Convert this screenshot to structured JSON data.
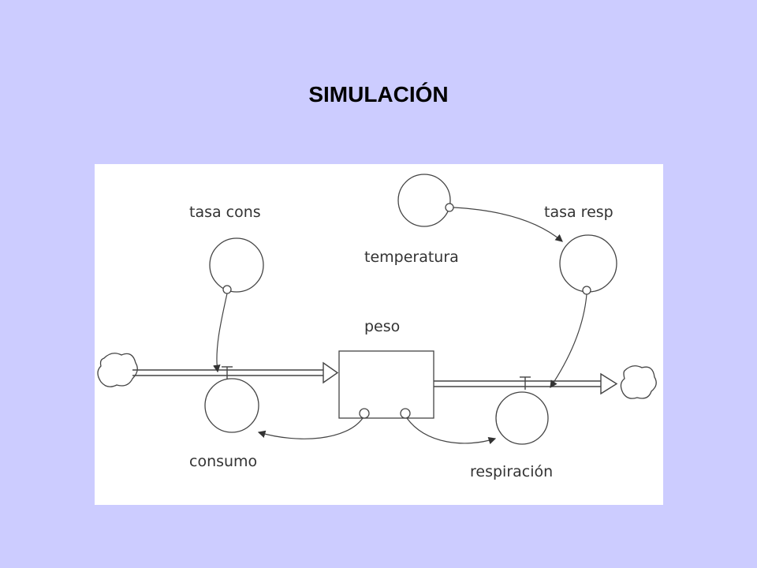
{
  "title": "SIMULACIÓN",
  "diagram": {
    "stock": {
      "label": "peso"
    },
    "flows": [
      {
        "id": "consumo",
        "label": "consumo"
      },
      {
        "id": "respiracion",
        "label": "respiración"
      }
    ],
    "converters": [
      {
        "id": "tasa_cons",
        "label": "tasa cons"
      },
      {
        "id": "temperatura",
        "label": "temperatura"
      },
      {
        "id": "tasa_resp",
        "label": "tasa resp"
      }
    ]
  }
}
